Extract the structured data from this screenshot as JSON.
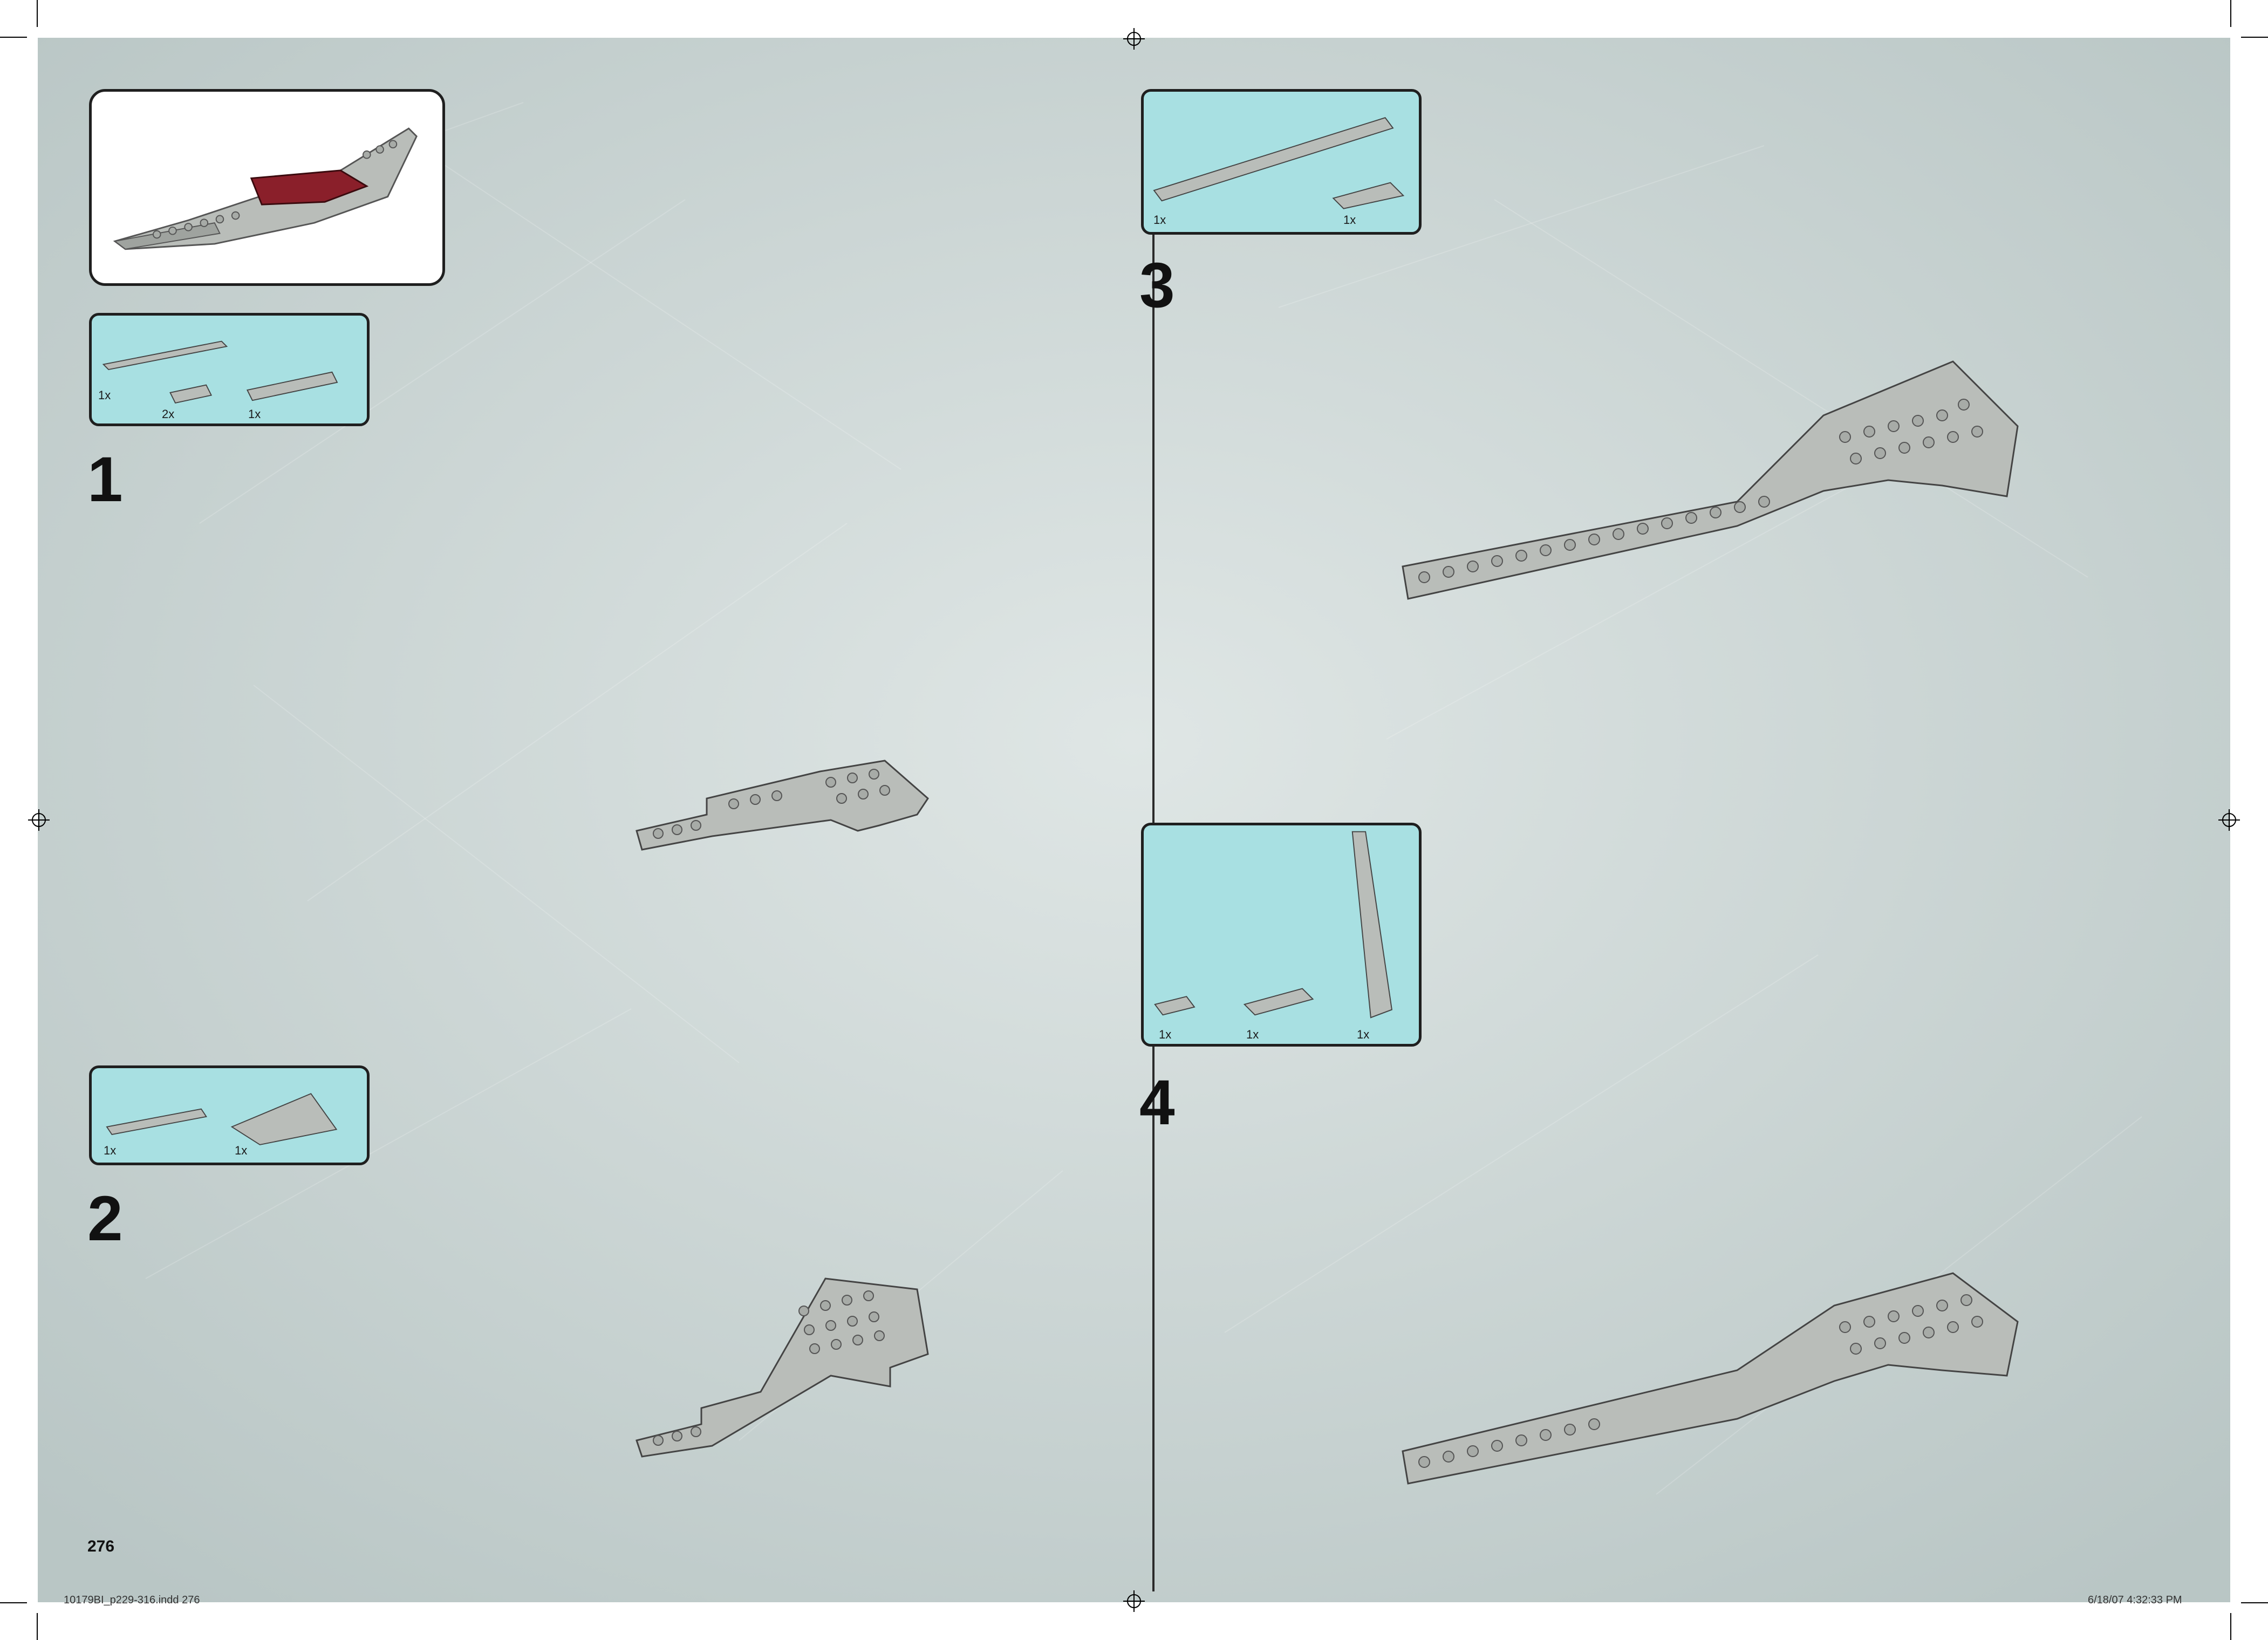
{
  "page_number": "276",
  "slug_left": "10179BI_p229-316.indd   276",
  "slug_right": "6/18/07   4:32:33 PM",
  "colors": {
    "background": "#c9d4d3",
    "callout": "#a8e0e2",
    "brick": "#b9bdb9",
    "dark_red": "#8a1f2a",
    "border": "#1f1f1f"
  },
  "preview": {
    "description_icon": "completed-subassembly-icon"
  },
  "steps": [
    {
      "number": "1",
      "parts": [
        {
          "qty": "1x"
        },
        {
          "qty": "2x"
        },
        {
          "qty": "1x"
        }
      ]
    },
    {
      "number": "2",
      "parts": [
        {
          "qty": "1x"
        },
        {
          "qty": "1x"
        }
      ]
    },
    {
      "number": "3",
      "parts": [
        {
          "qty": "1x"
        },
        {
          "qty": "1x"
        }
      ]
    },
    {
      "number": "4",
      "parts": [
        {
          "qty": "1x"
        },
        {
          "qty": "1x"
        },
        {
          "qty": "1x"
        }
      ]
    }
  ]
}
